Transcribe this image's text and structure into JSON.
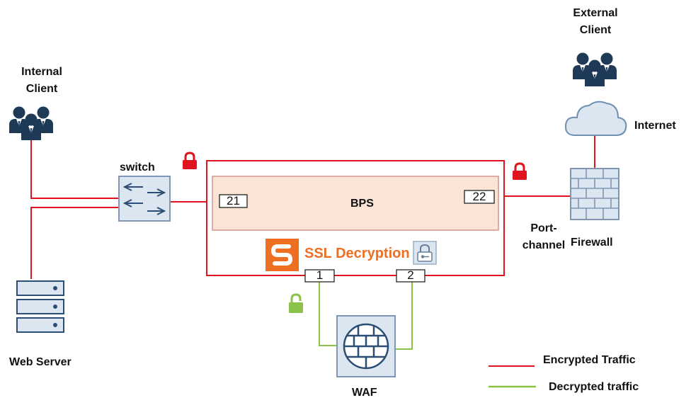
{
  "labels": {
    "internal_client": "Internal\nClient",
    "external_client": "External\nClient",
    "internet": "Internet",
    "switch": "switch",
    "bps": "BPS",
    "ssl_decryption": "SSL Decryption",
    "port_channel": "Port-\nchannel",
    "firewall": "Firewall",
    "web_server": "Web Server",
    "waf": "WAF"
  },
  "ports": {
    "p21": "21",
    "p22": "22",
    "p1": "1",
    "p2": "2"
  },
  "legend": {
    "encrypted": "Encrypted Traffic",
    "decrypted": "Decrypted traffic"
  },
  "colors": {
    "encrypted": "#e0141e",
    "decrypted": "#8bc34a",
    "user_icon": "#1e3a56",
    "bps_fill": "#fbe4d6",
    "ssl_orange": "#ef6f22",
    "device_fill": "#dce6f1",
    "device_stroke": "#7f97b2"
  },
  "icons": {
    "users": "users-group-icon",
    "cloud": "cloud-icon",
    "firewall": "firewall-brick-icon",
    "switch": "switch-arrows-icon",
    "server": "server-rack-icon",
    "waf": "waf-brick-globe-icon",
    "lock_encrypted": "lock-icon",
    "lock_decrypted": "unlock-icon"
  }
}
